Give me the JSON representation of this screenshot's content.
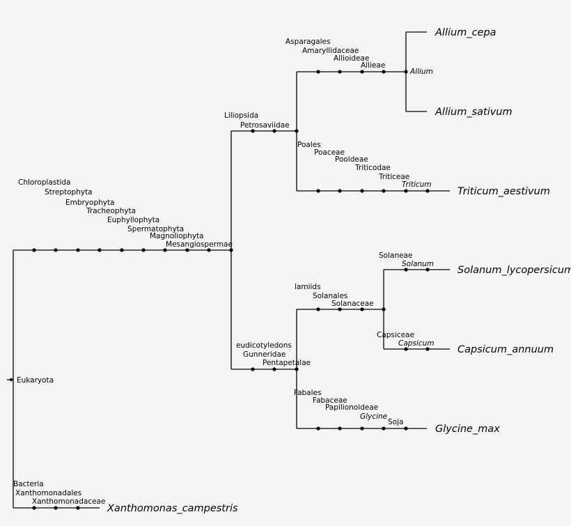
{
  "tree": {
    "root": "Eukaryota",
    "nodes": {
      "euk_ranks": [
        "Chloroplastida",
        "Streptophyta",
        "Embryophyta",
        "Tracheophyta",
        "Euphyllophyta",
        "Spermatophyta",
        "Magnoliophyta",
        "Mesangiospermae"
      ],
      "monocot_ranks": [
        "Liliopsida",
        "Petrosaviidae"
      ],
      "allium_ranks": [
        "Asparagales",
        "Amaryllidaceae",
        "Allioideae",
        "Allieae"
      ],
      "allium_genus": "Allium",
      "wheat_ranks": [
        "Poales",
        "Poaceae",
        "Pooideae",
        "Triticodae",
        "Triticeae"
      ],
      "wheat_genus": "Triticum",
      "eudicot_ranks": [
        "eudicotyledons",
        "Gunneridae",
        "Pentapetalae"
      ],
      "sol_ranks": [
        "lamiids",
        "Solanales",
        "Solanaceae"
      ],
      "solanum_ranks": [
        "Solaneae"
      ],
      "solanum_genus": "Solanum",
      "capsicum_ranks": [
        "Capsiceae"
      ],
      "capsicum_genus": "Capsicum",
      "glycine_ranks": [
        "Fabales",
        "Fabaceae",
        "Papilionoideae"
      ],
      "glycine_genus": "Glycine",
      "glycine_species_rank": "Soja",
      "bact_ranks": [
        "Bacteria",
        "Xanthomonadales",
        "Xanthomonadaceae"
      ]
    },
    "leaves": {
      "allium_cepa": "Allium_cepa",
      "allium_sativum": "Allium_sativum",
      "triticum": "Triticum_aestivum",
      "solanum": "Solanum_lycopersicum",
      "capsicum": "Capsicum_annuum",
      "glycine": "Glycine_max",
      "xantho": "Xanthomonas_campestris"
    }
  }
}
